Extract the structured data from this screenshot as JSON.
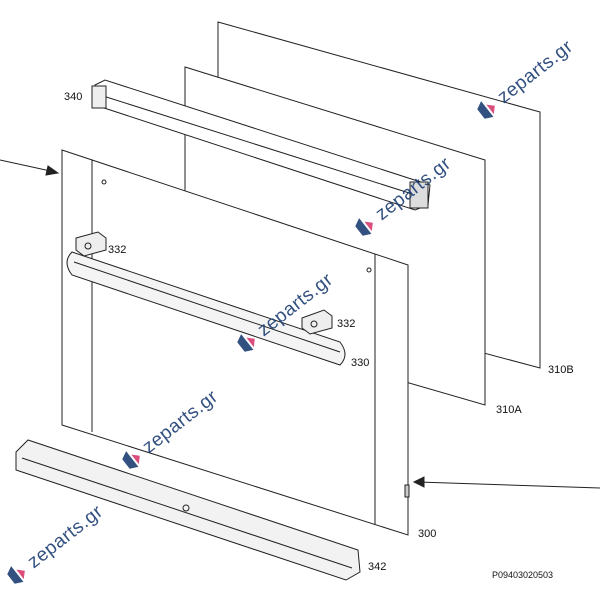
{
  "labels": {
    "trim_top": "340",
    "clip_left": "332",
    "clip_right": "332",
    "handle": "330",
    "glass_back": "310B",
    "glass_mid": "310A",
    "door_front": "300",
    "trim_bottom": "342",
    "drawing_number": "P09403020503"
  },
  "watermark": {
    "text": "zeparts.gr",
    "color": "#1d3f73",
    "accent": "#d63a6e"
  }
}
